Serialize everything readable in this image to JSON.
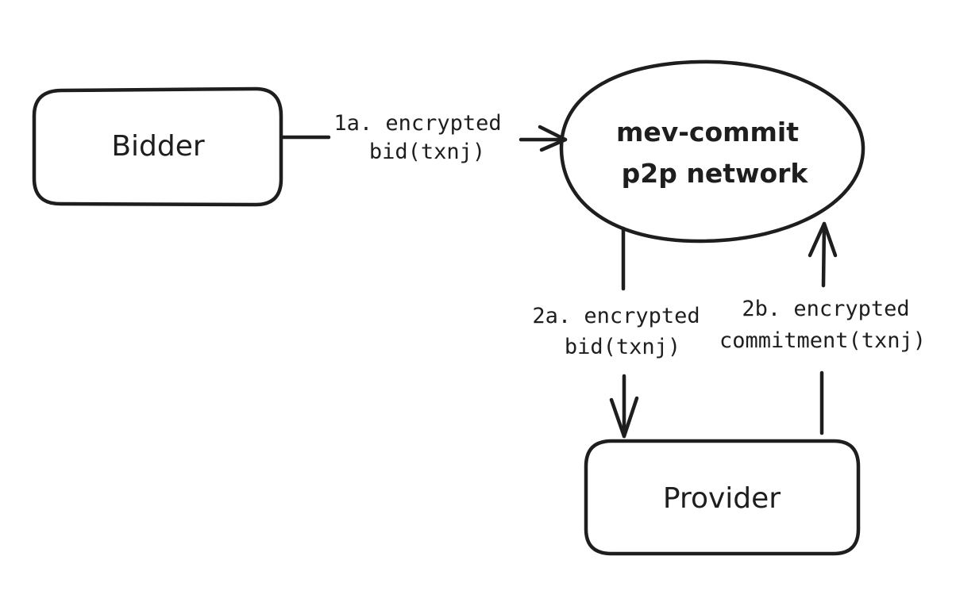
{
  "nodes": {
    "bidder": {
      "label": "Bidder"
    },
    "network": {
      "line1": "mev-commit",
      "line2": "p2p network"
    },
    "provider": {
      "label": "Provider"
    }
  },
  "edges": {
    "bidder_to_network": {
      "line1": "1a. encrypted",
      "line2": "bid(txnj)"
    },
    "network_to_provider": {
      "line1": "2a. encrypted",
      "line2": "bid(txnj)"
    },
    "provider_to_network": {
      "line1": "2b. encrypted",
      "line2": "commitment(txnj)"
    }
  },
  "colors": {
    "stroke": "#1e1e1e",
    "background": "#ffffff"
  }
}
